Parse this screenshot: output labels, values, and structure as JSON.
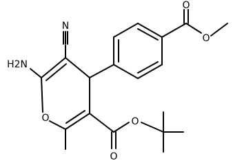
{
  "diagram": {
    "type": "chemical-structure",
    "atom_labels": {
      "nitrile_n": "N",
      "amine_nh2": "H2N",
      "ring_oxygen": "O",
      "ester_carbonyl_o_bottom": "O",
      "ester_single_o_bottom": "O",
      "ester_carbonyl_o_top": "O",
      "ester_single_o_top": "O"
    },
    "colors": {
      "bond": "#000000",
      "text": "#000000",
      "background": "#ffffff"
    }
  }
}
